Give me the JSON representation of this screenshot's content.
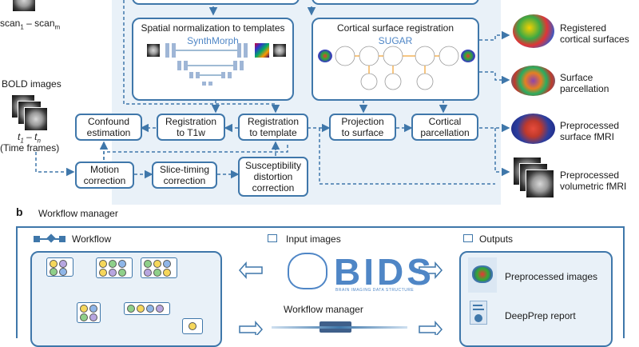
{
  "panel_a": {
    "top_left_label": "scan",
    "top_left_label_sub1": "1",
    "top_left_label_mid": " – scan",
    "top_left_label_subm": "m",
    "bold_label": "BOLD images",
    "t_label_prefix": "t",
    "t_label_sub1": "1",
    "t_label_mid": " – t",
    "t_label_subn": "n",
    "time_frames": "(Time frames)",
    "spatial_title": "Spatial normalization to templates",
    "spatial_sub": "SynthMorph",
    "cortical_title": "Cortical surface registration",
    "cortical_sub": "SUGAR",
    "steps": {
      "confound": "Confound\nestimation",
      "reg_t1w": "Registration\nto T1w",
      "reg_template": "Registration\nto template",
      "projection": "Projection\nto surface",
      "cort_parc": "Cortical\nparcellation",
      "motion": "Motion\ncorrection",
      "slice": "Slice-timing\ncorrection",
      "suscept": "Susceptibility\ndistortion\ncorrection"
    },
    "outputs": {
      "registered": "Registered\ncortical surfaces",
      "surface_parc": "Surface\nparcellation",
      "prep_surface": "Preprocessed\nsurface fMRI",
      "prep_volumetric": "Preprocessed\nvolumetric fMRI"
    }
  },
  "panel_b": {
    "panel_letter": "b",
    "title": "Workflow manager",
    "workflow": "Workflow",
    "input_images": "Input images",
    "bids": "BIDS",
    "bids_sub": "BRAIN IMAGING DATA STRUCTURE",
    "workflow_manager": "Workflow manager",
    "outputs": "Outputs",
    "prep_images": "Preprocessed images",
    "report": "DeepPrep report"
  },
  "colors": {
    "accent": "#3f77aa",
    "panel_bg": "#e9f1f8",
    "sub_text": "#4f86c6"
  }
}
